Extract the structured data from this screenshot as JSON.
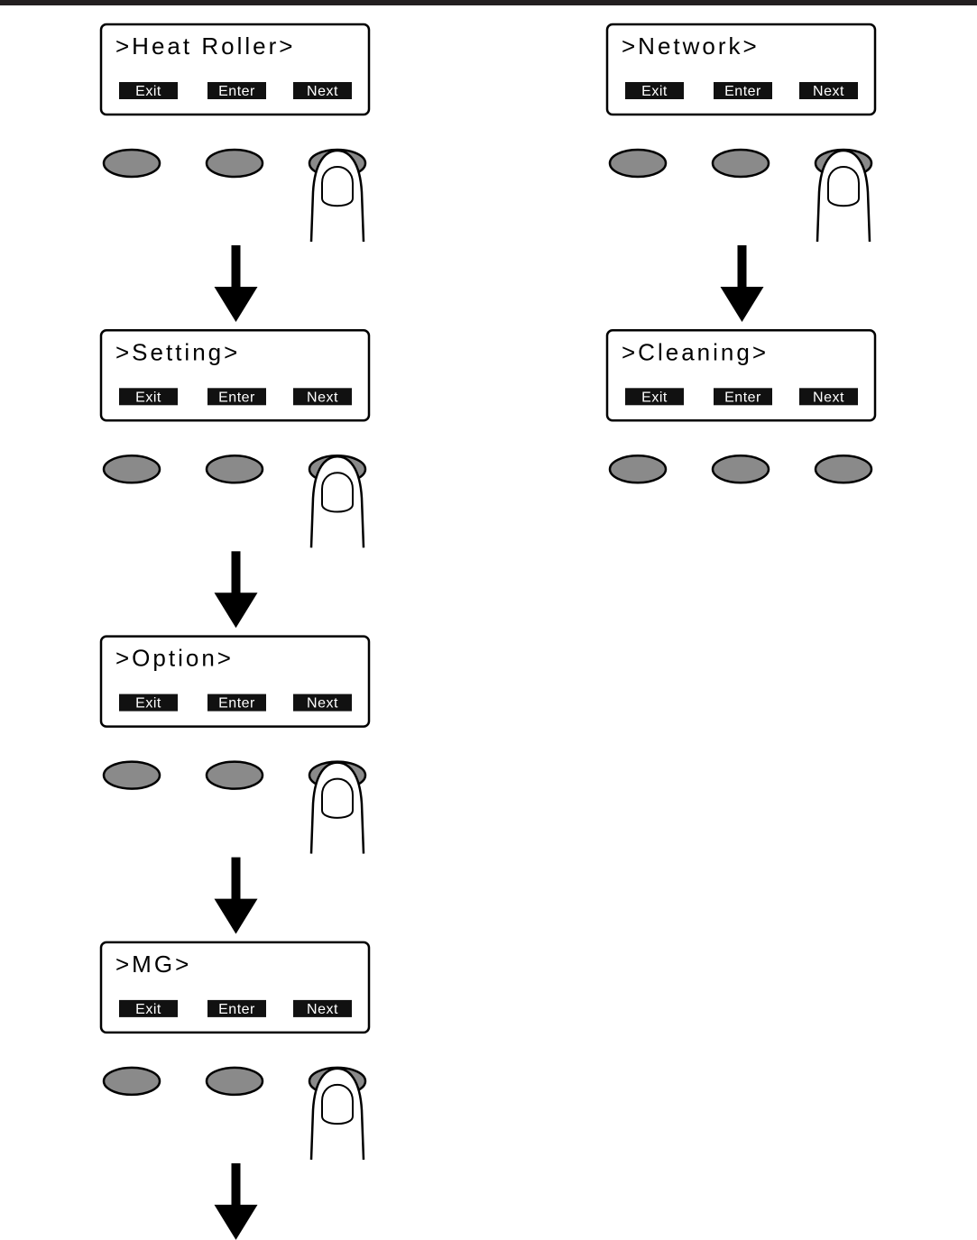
{
  "colors": {
    "ink": "#000000",
    "button_fill": "#8a8a8a",
    "softkey_fill": "#111111",
    "softkey_text": "#ffffff",
    "top_rule": "#231f20"
  },
  "icons": {
    "press": "finger-press-icon",
    "flow": "down-arrow-icon"
  },
  "columns": [
    {
      "steps": [
        {
          "title": ">Heat Roller>",
          "softkeys": [
            "Exit",
            "Enter",
            "Next"
          ],
          "pressed": "Next",
          "arrow_after": true
        },
        {
          "title": ">Setting>",
          "softkeys": [
            "Exit",
            "Enter",
            "Next"
          ],
          "pressed": "Next",
          "arrow_after": true
        },
        {
          "title": ">Option>",
          "softkeys": [
            "Exit",
            "Enter",
            "Next"
          ],
          "pressed": "Next",
          "arrow_after": true
        },
        {
          "title": ">MG>",
          "softkeys": [
            "Exit",
            "Enter",
            "Next"
          ],
          "pressed": "Next",
          "arrow_after": true
        }
      ]
    },
    {
      "steps": [
        {
          "title": ">Network>",
          "softkeys": [
            "Exit",
            "Enter",
            "Next"
          ],
          "pressed": "Next",
          "arrow_after": true
        },
        {
          "title": ">Cleaning>",
          "softkeys": [
            "Exit",
            "Enter",
            "Next"
          ],
          "pressed": "",
          "arrow_after": false
        }
      ]
    }
  ]
}
